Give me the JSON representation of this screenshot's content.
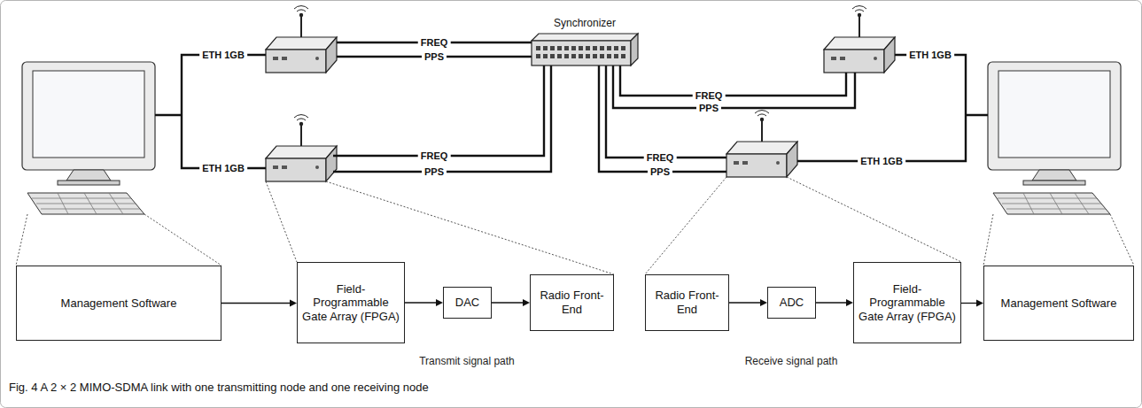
{
  "diagram": {
    "caption": "Fig. 4 A 2 × 2 MIMO-SDMA link with one transmitting node and one receiving node",
    "nodes": [
      {
        "text": [
          "Synchronizer"
        ]
      },
      {
        "text": [
          "Management Software"
        ]
      },
      {
        "text": [
          "Field-Programmable Gate Array (FPGA)"
        ]
      },
      {
        "text": [
          "DAC"
        ]
      },
      {
        "text": [
          "Radio Front-End"
        ]
      },
      {
        "text": [
          "Radio Front-End"
        ]
      },
      {
        "text": [
          "ADC"
        ]
      },
      {
        "text": [
          "Field-Programmable Gate Array (FPGA)"
        ]
      },
      {
        "text": [
          "Management Software"
        ]
      }
    ],
    "edges": [
      {
        "from": 1,
        "to": 2,
        "arrow": "to"
      },
      {
        "from": 2,
        "to": 3,
        "arrow": "to"
      },
      {
        "from": 3,
        "to": 4,
        "arrow": "to"
      },
      {
        "from": 5,
        "to": 6,
        "arrow": "to"
      },
      {
        "from": 6,
        "to": 7,
        "arrow": "to"
      },
      {
        "from": 7,
        "to": 8,
        "arrow": "to"
      }
    ],
    "labels": [
      "ETH 1GB",
      "FREQ",
      "PPS",
      "ETH 1GB",
      "FREQ",
      "PPS",
      "FREQ",
      "PPS",
      "ETH 1GB",
      "FREQ",
      "PPS",
      "ETH 1GB",
      "Transmit signal path",
      "Receive signal path"
    ]
  }
}
